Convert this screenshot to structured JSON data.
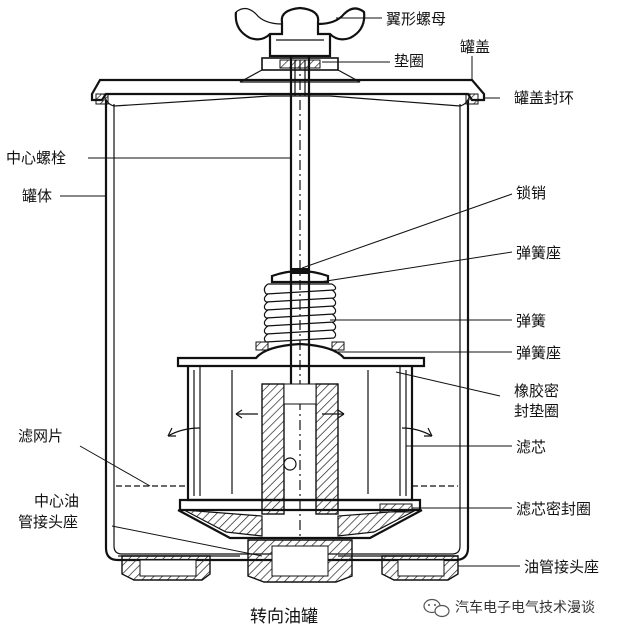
{
  "labels": {
    "wing_nut": "翼形螺母",
    "washer": "垫圈",
    "lid": "罐盖",
    "lid_seal_ring": "罐盖封环",
    "center_bolt": "中心螺栓",
    "tank_body": "罐体",
    "lock_pin": "锁销",
    "spring_seat_top": "弹簧座",
    "spring": "弹簧",
    "spring_seat_bottom": "弹簧座",
    "rubber_seal_line1": "橡胶密",
    "rubber_seal_line2": "封垫圈",
    "filter_screen": "滤网片",
    "filter_element": "滤芯",
    "center_fitting_line1": "中心油",
    "center_fitting_line2": "管接头座",
    "filter_seal_ring": "滤芯密封圈",
    "oil_pipe_fitting": "油管接头座"
  },
  "caption": "转向油罐",
  "watermark": "汽车电子电气技术漫谈",
  "colors": {
    "line": "#111111",
    "background": "#ffffff",
    "hatch": "#222222"
  }
}
